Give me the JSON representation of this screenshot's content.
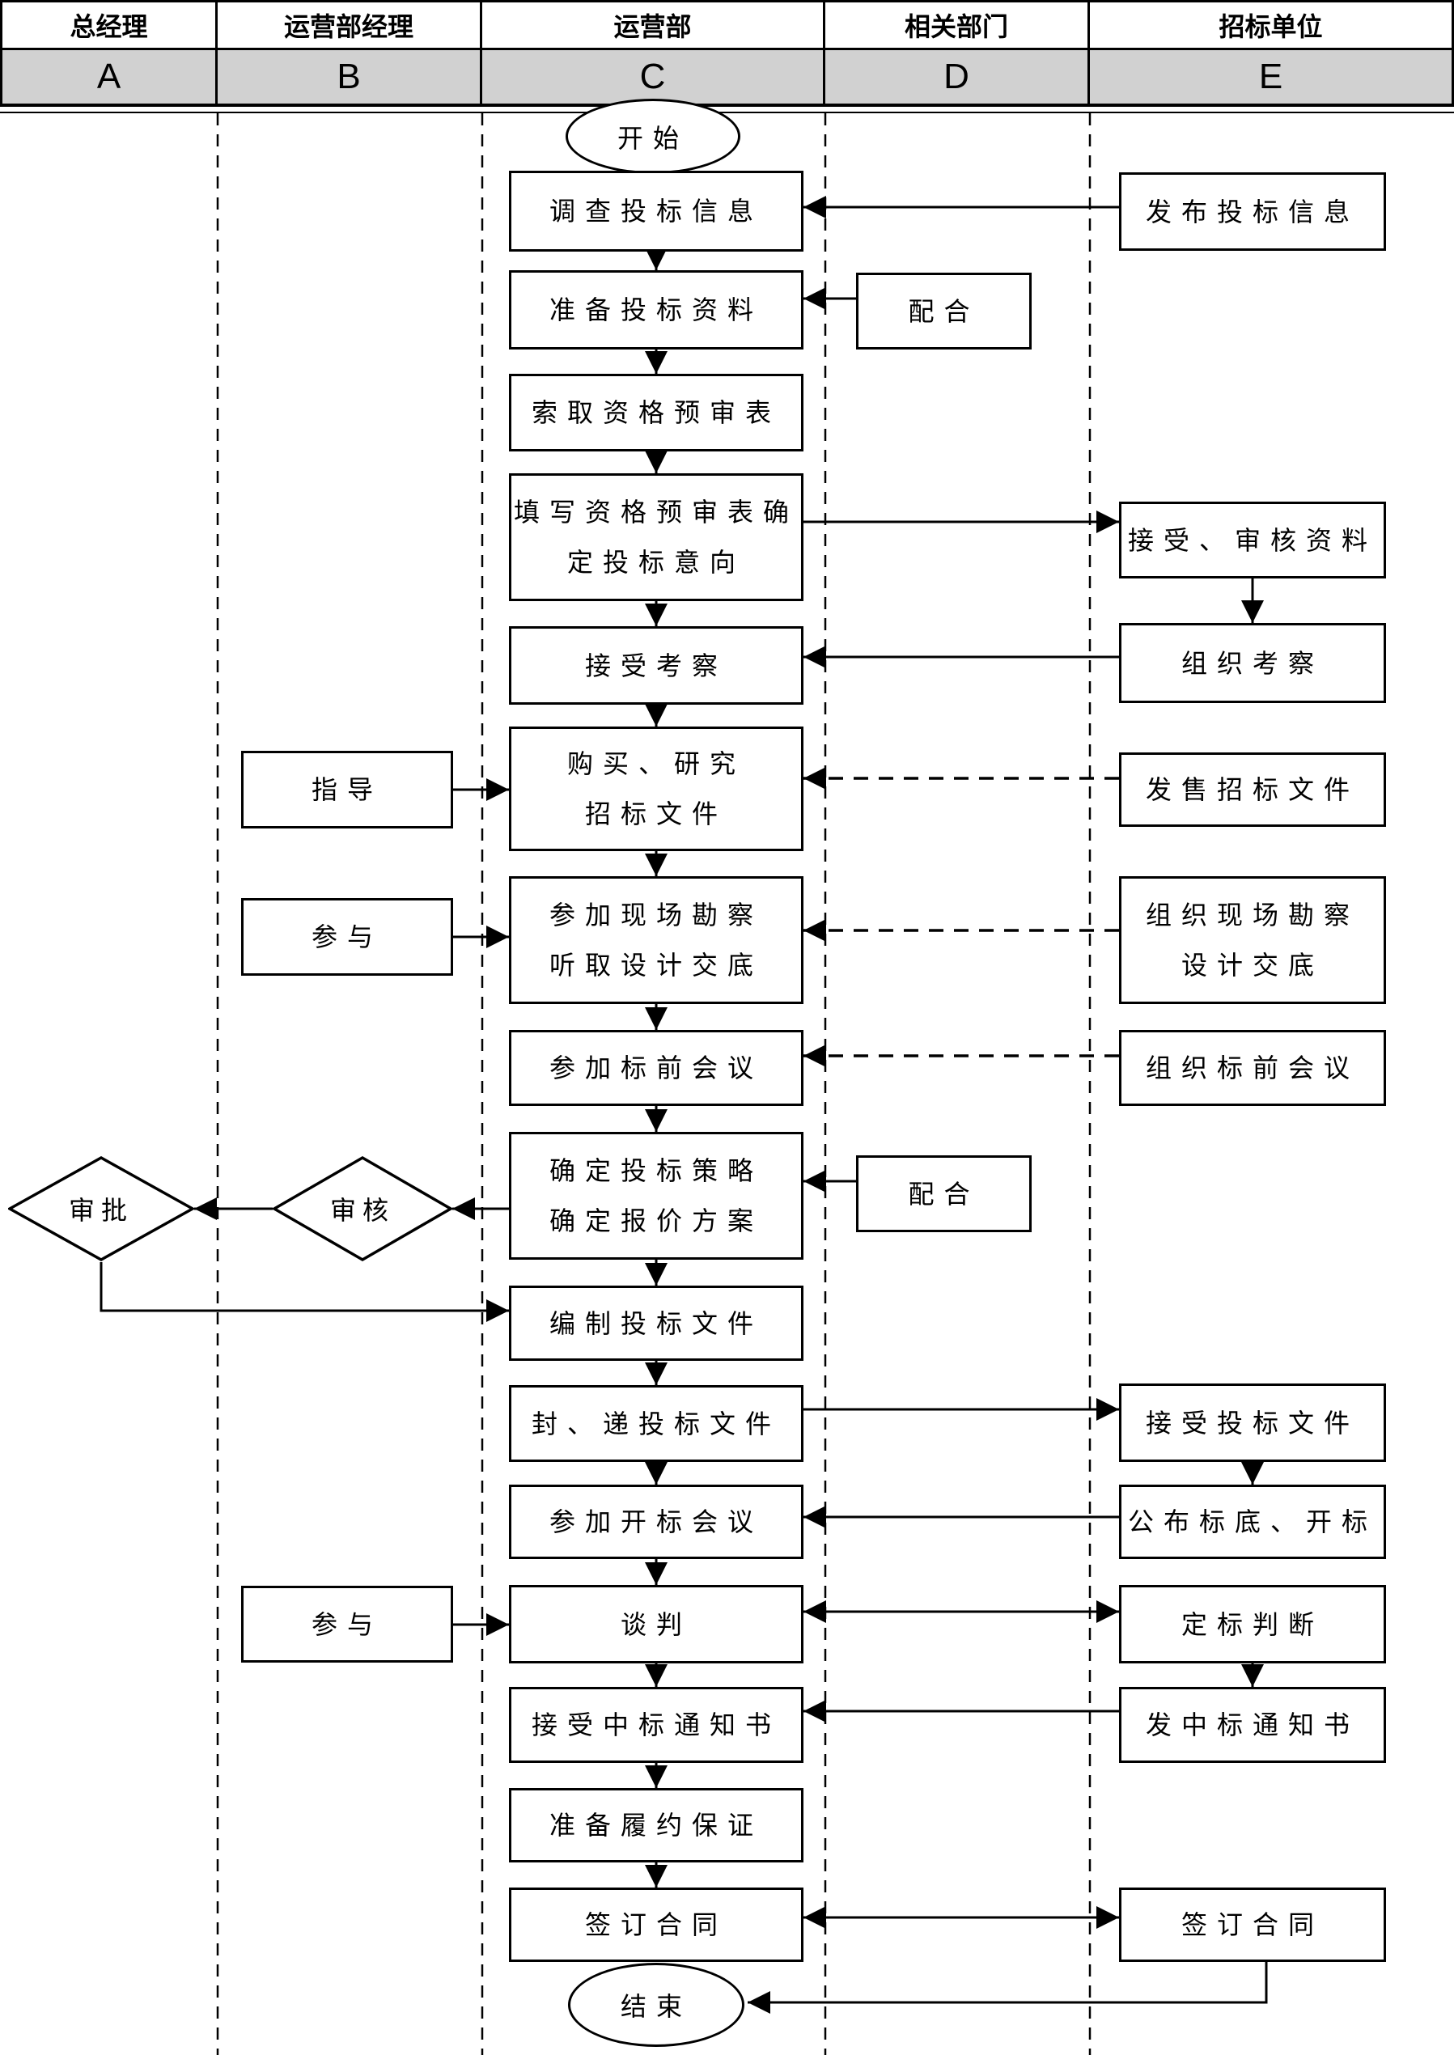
{
  "header": {
    "columns": [
      {
        "title": "总经理",
        "letter": "A"
      },
      {
        "title": "运营部经理",
        "letter": "B"
      },
      {
        "title": "运营部",
        "letter": "C"
      },
      {
        "title": "相关部门",
        "letter": "D"
      },
      {
        "title": "招标单位",
        "letter": "E"
      }
    ]
  },
  "nodes": {
    "start": "开始",
    "end": "结束",
    "survey_bid_info": "调查投标信息",
    "prepare_bid_materials": "准备投标资料",
    "request_prequalification_form": "索取资格预审表",
    "fill_prequalification_form": "填写资格预审表确\n定投标意向",
    "accept_inspection": "接受考察",
    "buy_study_bid_documents": "购买、研究\n招标文件",
    "attend_site_survey": "参加现场勘察\n听取设计交底",
    "attend_pre_bid_meeting": "参加标前会议",
    "determine_bid_strategy": "确定投标策略\n确定报价方案",
    "compile_bid_documents": "编制投标文件",
    "seal_deliver_bid_documents": "封、递投标文件",
    "attend_bid_opening_meeting": "参加开标会议",
    "negotiation": "谈判",
    "receive_award_notice": "接受中标通知书",
    "prepare_performance_guarantee": "准备履约保证",
    "sign_contract_ops": "签订合同",
    "guide": "指导",
    "participate_site": "参与",
    "participate_negotiation": "参与",
    "review": "审核",
    "approve": "审批",
    "cooperate_materials": "配合",
    "cooperate_strategy": "配合",
    "publish_bid_info": "发布投标信息",
    "accept_review_materials": "接受、审核资料",
    "organize_inspection": "组织考察",
    "sell_bid_documents": "发售招标文件",
    "organize_site_survey": "组织现场勘察\n设计交底",
    "organize_pre_bid_meeting": "组织标前会议",
    "receive_bid_documents": "接受投标文件",
    "announce_base_price_open_bid": "公布标底、开标",
    "award_judgment": "定标判断",
    "issue_award_notice": "发中标通知书",
    "sign_contract_tender": "签订合同"
  },
  "colors": {
    "line": "#000000",
    "header_letter_row_bg": "#d1d1d1",
    "background": "#ffffff"
  }
}
